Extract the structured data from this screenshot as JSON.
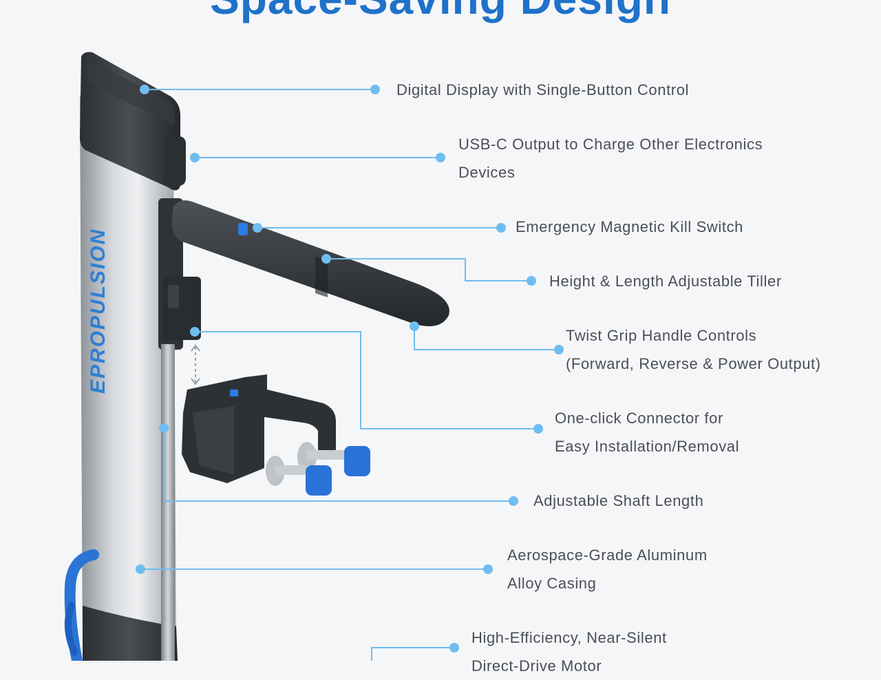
{
  "page": {
    "heading": "Space-Saving Design",
    "brand_wordmark": "EPROPULSION"
  },
  "callouts": [
    {
      "id": "digital-display",
      "lines": [
        "Digital Display with Single-Button Control"
      ]
    },
    {
      "id": "usb-c-output",
      "lines": [
        "USB-C Output to Charge Other Electronics",
        "Devices"
      ]
    },
    {
      "id": "kill-switch",
      "lines": [
        "Emergency Magnetic Kill Switch"
      ]
    },
    {
      "id": "tiller",
      "lines": [
        "Height & Length Adjustable Tiller"
      ]
    },
    {
      "id": "twist-grip",
      "lines": [
        "Twist Grip Handle Controls",
        "(Forward, Reverse & Power Output)"
      ]
    },
    {
      "id": "connector",
      "lines": [
        "One-click Connector for",
        "Easy Installation/Removal"
      ]
    },
    {
      "id": "shaft-length",
      "lines": [
        "Adjustable Shaft Length"
      ]
    },
    {
      "id": "casing",
      "lines": [
        "Aerospace-Grade Aluminum",
        "Alloy Casing"
      ]
    },
    {
      "id": "propeller",
      "lines": [
        "High-Efficiency, Near-Silent",
        "Direct-Drive Motor"
      ]
    }
  ],
  "colors": {
    "accent_blue": "#1f72c9",
    "leader_line": "#6fbdf0",
    "text": "#4a4f55",
    "background": "#f5f6f8"
  }
}
